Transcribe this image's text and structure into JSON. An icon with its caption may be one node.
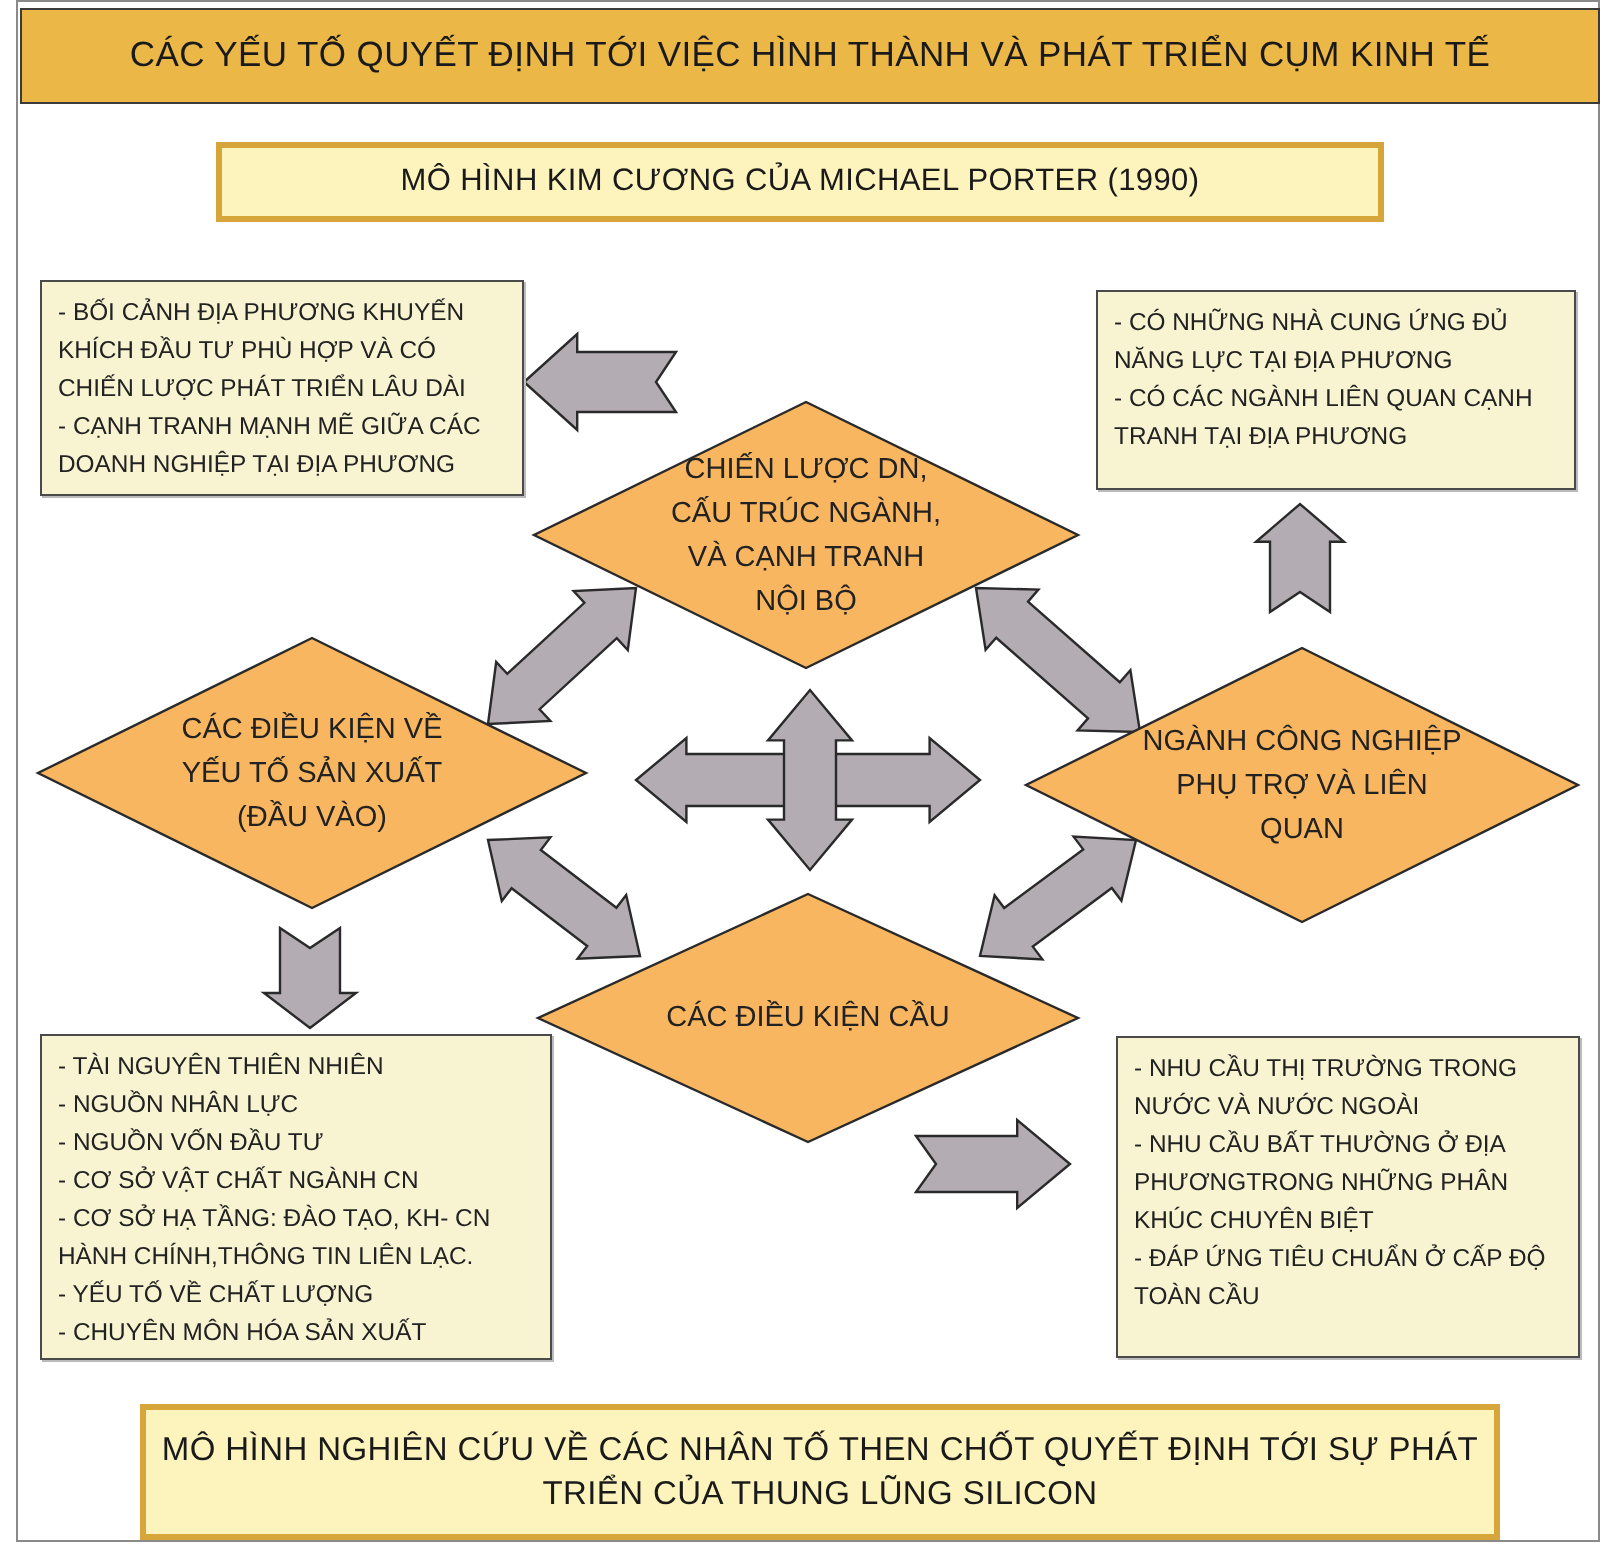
{
  "diagram": {
    "title": "CÁC YẾU TỐ QUYẾT ĐỊNH TỚI VIỆC HÌNH THÀNH VÀ PHÁT TRIỂN CỤM KINH TẾ",
    "caption": "MÔ HÌNH NGHIÊN CỨU VỀ CÁC NHÂN TỐ THEN CHỐT QUYẾT ĐỊNH TỚI SỰ PHÁT TRIỂN CỦA THUNG LŨNG SILICON",
    "nodes": [
      {
        "text": [
          "MÔ HÌNH KIM CƯƠNG CỦA MICHAEL PORTER (1990)"
        ]
      },
      {
        "text": [
          "- BỐI CẢNH ĐỊA PHƯƠNG KHUYẾN KHÍCH ĐẦU TƯ PHÙ HỢP VÀ CÓ CHIẾN LƯỢC PHÁT TRIỂN LÂU DÀI",
          "- CẠNH TRANH MẠNH MẼ GIỮA CÁC DOANH NGHIỆP TẠI ĐỊA PHƯƠNG"
        ]
      },
      {
        "text": [
          "- CÓ NHỮNG NHÀ CUNG ỨNG ĐỦ NĂNG LỰC TẠI ĐỊA PHƯƠNG",
          "- CÓ CÁC NGÀNH LIÊN QUAN CẠNH TRANH TẠI ĐỊA PHƯƠNG"
        ]
      },
      {
        "text": [
          "CHIẾN LƯỢC DN, CẤU TRÚC NGÀNH, VÀ CẠNH TRANH NỘI BỘ"
        ]
      },
      {
        "text": [
          "CÁC ĐIỀU KIỆN VỀ YẾU TỐ SẢN XUẤT (ĐẦU VÀO)"
        ]
      },
      {
        "text": [
          "NGÀNH CÔNG NGHIỆP PHỤ TRỢ VÀ LIÊN QUAN"
        ]
      },
      {
        "text": [
          "CÁC ĐIỀU KIỆN CẦU"
        ]
      },
      {
        "text": [
          "- TÀI NGUYÊN THIÊN NHIÊN",
          "- NGUỒN NHÂN LỰC",
          "- NGUỒN VỐN ĐẦU TƯ",
          "- CƠ SỞ VẬT CHẤT NGÀNH CN",
          "- CƠ SỞ HẠ TẦNG: ĐÀO TẠO, KH- CN HÀNH CHÍNH,THÔNG TIN LIÊN LẠC.",
          "- YẾU TỐ VỀ CHẤT LƯỢNG",
          "- CHUYÊN MÔN HÓA SẢN XUẤT"
        ]
      },
      {
        "text": [
          "- NHU CẦU THỊ TRƯỜNG TRONG NƯỚC VÀ NƯỚC NGOÀI",
          "- NHU CẦU BẤT THƯỜNG Ở ĐỊA PHƯƠNGTRONG NHỮNG PHÂN KHÚC CHUYÊN BIỆT",
          "- ĐÁP ỨNG TIÊU CHUẨN Ở CẤP ĐỘ TOÀN CẦU"
        ]
      }
    ],
    "edges": [
      {
        "from": 3,
        "to": 1,
        "arrow": "to"
      },
      {
        "from": 5,
        "to": 2,
        "arrow": "to"
      },
      {
        "from": 4,
        "to": 7,
        "arrow": "to"
      },
      {
        "from": 6,
        "to": 8,
        "arrow": "to"
      },
      {
        "from": 3,
        "to": 4,
        "arrow": "both"
      },
      {
        "from": 3,
        "to": 5,
        "arrow": "both"
      },
      {
        "from": 4,
        "to": 6,
        "arrow": "both"
      },
      {
        "from": 6,
        "to": 5,
        "arrow": "both"
      },
      {
        "from": 4,
        "to": 5,
        "arrow": "both"
      },
      {
        "from": 3,
        "to": 6,
        "arrow": "both"
      }
    ]
  }
}
